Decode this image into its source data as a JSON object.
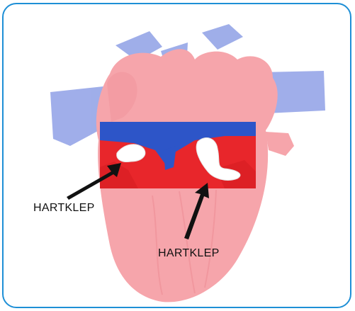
{
  "labels": {
    "left": "HARTKLEP",
    "right": "HARTKLEP"
  },
  "colors": {
    "frame_border": "#1e8fd6",
    "heart_tissue": "#f5a0a6",
    "vessel_blue": "#7b8fe0",
    "highlight_red": "#e8262b",
    "highlight_blue": "#2d55c8",
    "valve": "#ffffff",
    "arrow": "#111111"
  },
  "icons": [
    "heart-illustration",
    "heart-valve-left",
    "heart-valve-right",
    "arrow-left",
    "arrow-right"
  ]
}
